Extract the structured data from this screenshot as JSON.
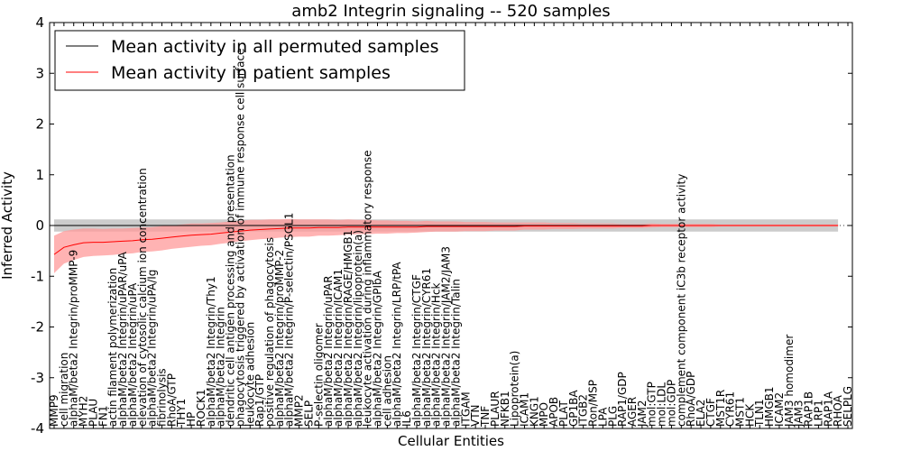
{
  "chart_data": {
    "type": "line",
    "title": "amb2 Integrin signaling -- 520 samples",
    "xlabel": "Cellular Entities",
    "ylabel": "Inferred Activity",
    "ylim": [
      -4,
      4
    ],
    "yticks": [
      "-4",
      "-3",
      "-2",
      "-1",
      "0",
      "1",
      "2",
      "3",
      "4"
    ],
    "grid": false,
    "legend_position": "top-left",
    "zero_line": "dotted",
    "colors": {
      "permuted": "#000000",
      "patient": "#ff0000",
      "patient_band": "#ff9999",
      "permuted_band": "#bbbbbb"
    },
    "entities": [
      "MMP9",
      "cell migration",
      "alphaM/beta2 Integrin/proMMP-9",
      "MYH2",
      "PLAU",
      "FN1",
      "actin filament polymerization",
      "alphaM/beta2 Integrin/uPAR/uPA",
      "alphaM/beta2 Integrin/uPA",
      "elevation of cytosolic calcium ion concentration",
      "alphaM/beta2 Integrin/uPA/Ig",
      "fibrinolysis",
      "RhoA/GTP",
      "THY1",
      "HP",
      "ROCK1",
      "alphaM/beta2 Integrin/Thy1",
      "alphaM/beta2 Integrin",
      "dendritic cell antigen processing and presentation",
      "phagocytosis triggered by activation of immune response cell surface",
      "leukocyte adhesion",
      "Rap1/GTP",
      "positive regulation of phagocytosis",
      "alphaM/beta2 Integrin/proMMP-2",
      "alphaM/beta2 Integrin/P-selectin/PSGL1",
      "MMP2",
      "SELP",
      "P-selectin oligomer",
      "alphaM/beta2 Integrin/uPAR",
      "alphaM/beta2 Integrin/ICAM1",
      "alphaM/beta2 Integrin/RAGE/HMGB1",
      "alphaM/beta2 Integrin/lipoprotein(a)",
      "leukocyte activation during inflammatory response",
      "alphaM/beta2 Integrin/GPIbA",
      "cell adhesion",
      "alphaM/beta2 Integrin/LRP/tPA",
      "IL6",
      "alphaM/beta2 Integrin/CTGF",
      "alphaM/beta2 Integrin/CYR61",
      "alphaM/beta2 Integrin/Hck",
      "alphaM/beta2 Integrin/JAM2/JAM3",
      "alphaM/beta2 Integrin/Talin",
      "ITGAM",
      "VTN",
      "TNF",
      "PLAUR",
      "NFKB1",
      "Lipoprotein(a)",
      "ICAM1",
      "KNG1",
      "MPO",
      "APOB",
      "PLAT",
      "GP1BA",
      "ITGB2",
      "Ron/MSP",
      "LPA",
      "PLG",
      "RAP1/GDP",
      "AGER",
      "JAM2",
      "mol:GTP",
      "mol:LDL",
      "mol:GDP",
      "complement component iC3b receptor activity",
      "RhoA/GDP",
      "ELA2",
      "CTGF",
      "MST1R",
      "CYR61",
      "MST1",
      "HCK",
      "TLN1",
      "HMGB1",
      "ICAM2",
      "JAM3 homodimer",
      "JAM3",
      "RAP1B",
      "LRP1",
      "RAP1A",
      "RHOA",
      "SELPLG"
    ],
    "series": [
      {
        "name": "Mean activity in all permuted samples",
        "values": [
          0,
          0,
          0,
          0,
          0,
          0,
          0,
          0,
          0,
          0,
          0,
          0,
          0,
          0,
          0,
          0,
          0,
          0,
          0,
          0,
          0,
          0,
          0,
          0,
          0,
          0,
          0,
          0,
          0,
          0,
          0,
          0,
          0,
          0,
          0,
          0,
          0,
          0,
          0,
          0,
          0,
          0,
          0,
          0,
          0,
          0,
          0,
          0,
          0,
          0,
          0,
          0,
          0,
          0,
          0,
          0,
          0,
          0,
          0,
          0,
          0,
          0,
          0,
          0,
          0,
          0,
          0,
          0,
          0,
          0,
          0,
          0,
          0,
          0,
          0,
          0,
          0,
          0,
          0,
          0,
          0
        ]
      },
      {
        "name": "Mean activity in patient samples",
        "values": [
          -0.57,
          -0.43,
          -0.38,
          -0.34,
          -0.33,
          -0.33,
          -0.32,
          -0.31,
          -0.3,
          -0.28,
          -0.27,
          -0.25,
          -0.23,
          -0.21,
          -0.19,
          -0.18,
          -0.17,
          -0.15,
          -0.13,
          -0.11,
          -0.09,
          -0.08,
          -0.07,
          -0.06,
          -0.05,
          -0.05,
          -0.05,
          -0.04,
          -0.04,
          -0.04,
          -0.03,
          -0.03,
          -0.03,
          -0.03,
          -0.03,
          -0.03,
          -0.03,
          -0.03,
          -0.02,
          -0.02,
          -0.02,
          -0.02,
          -0.02,
          -0.02,
          -0.02,
          -0.02,
          -0.02,
          -0.02,
          -0.01,
          -0.01,
          -0.01,
          -0.01,
          -0.01,
          -0.01,
          -0.01,
          -0.01,
          -0.01,
          -0.01,
          -0.01,
          -0.01,
          -0.01,
          0,
          0,
          0,
          0,
          0,
          0,
          0,
          0,
          0,
          0,
          0,
          0,
          0,
          0,
          0,
          0,
          0,
          0,
          0,
          0
        ]
      }
    ],
    "patient_spread": [
      0.37,
      0.32,
      0.3,
      0.28,
      0.27,
      0.26,
      0.26,
      0.25,
      0.25,
      0.24,
      0.24,
      0.24,
      0.23,
      0.23,
      0.23,
      0.22,
      0.22,
      0.21,
      0.21,
      0.2,
      0.2,
      0.19,
      0.19,
      0.18,
      0.18,
      0.17,
      0.17,
      0.16,
      0.16,
      0.15,
      0.15,
      0.14,
      0.14,
      0.13,
      0.13,
      0.12,
      0.12,
      0.11,
      0.11,
      0.1,
      0.1,
      0.1,
      0.09,
      0.09,
      0.09,
      0.08,
      0.08,
      0.08,
      0.07,
      0.07,
      0.07,
      0.06,
      0.06,
      0.06,
      0.05,
      0.05,
      0.05,
      0.05,
      0.04,
      0.04,
      0.04,
      0.04,
      0.03,
      0.03,
      0.03,
      0.03,
      0.03,
      0.03,
      0.02,
      0.02,
      0.02,
      0.02,
      0.02,
      0.02,
      0.02,
      0.02,
      0.02,
      0.02,
      0.02,
      0.02,
      0.02
    ],
    "permuted_spread": 0.12
  }
}
